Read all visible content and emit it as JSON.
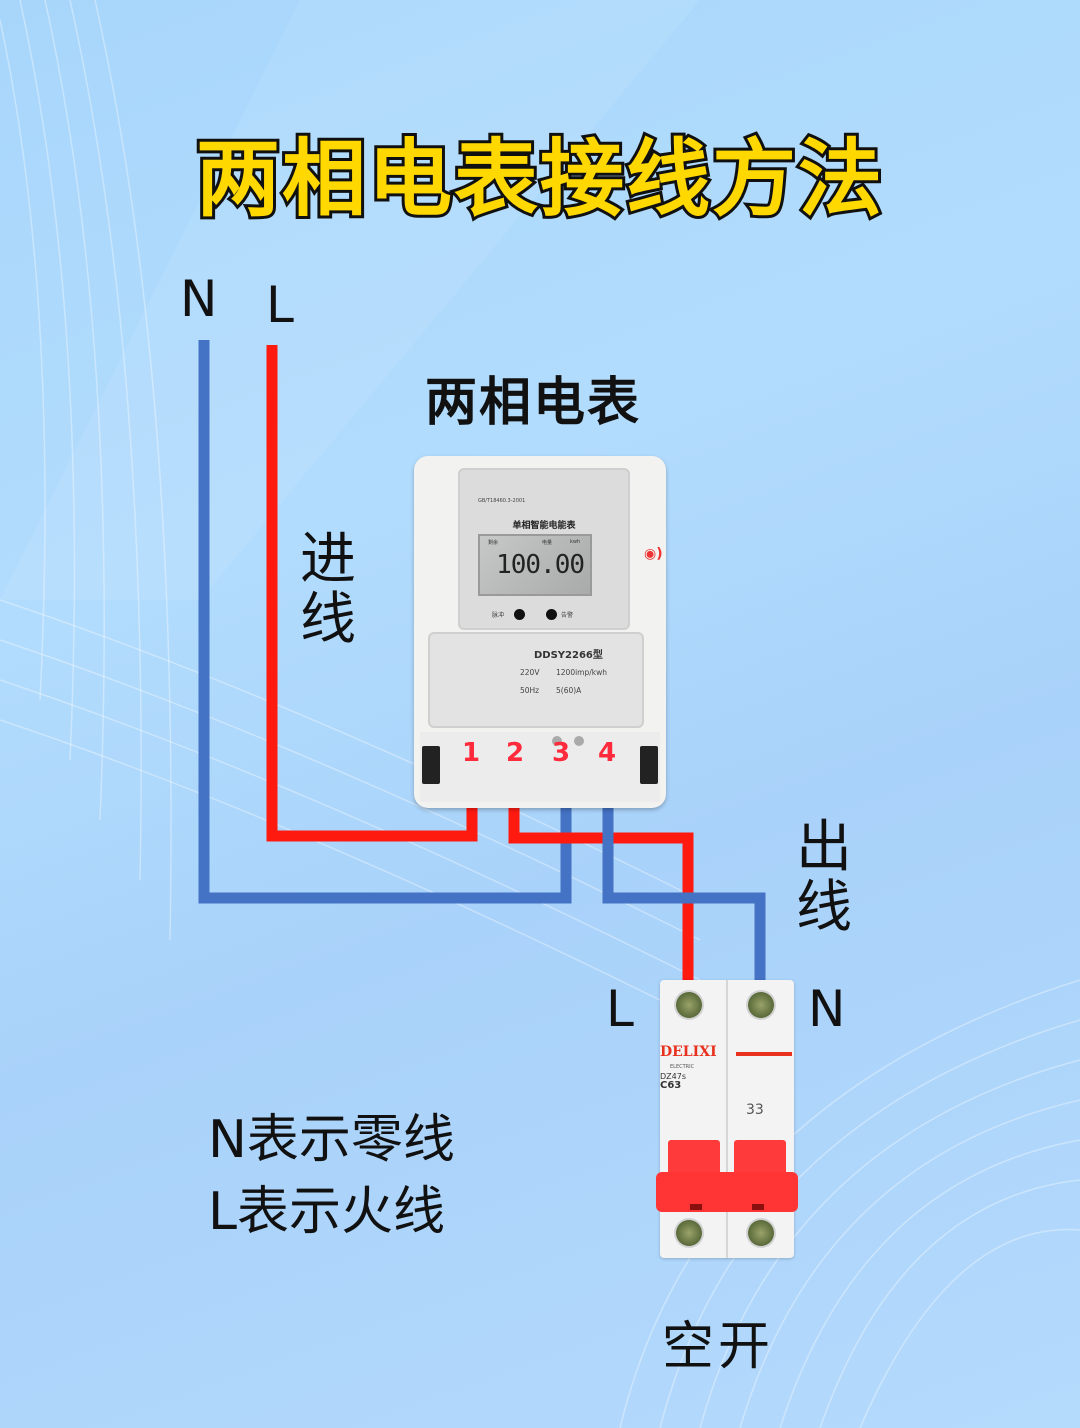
{
  "title": "两相电表接线方法",
  "colors": {
    "background": "#aad6fb",
    "title_fill": "#ffd800",
    "title_stroke": "#111111",
    "live_wire": "#ff1a10",
    "neutral_wire": "#4472c4",
    "text": "#111111"
  },
  "incoming": {
    "neutral_label": "N",
    "live_label": "L",
    "direction_label": "进线"
  },
  "meter": {
    "heading": "两相电表",
    "standard": "GB/T18460.3-2001",
    "face_title": "单相智能电能表",
    "lcd_left": "剩余",
    "lcd_mid": "电量",
    "lcd_unit": "kwh",
    "reading": "100.00",
    "led_pulse": "脉冲",
    "led_alarm": "告警",
    "model": "DDSY2266型",
    "voltage": "220V",
    "constant": "1200imp/kwh",
    "frequency": "50Hz",
    "current": "5(60)A",
    "terminals": [
      "1",
      "2",
      "3",
      "4"
    ]
  },
  "outgoing": {
    "direction_label": "出线",
    "live_label": "L",
    "neutral_label": "N"
  },
  "breaker": {
    "heading": "空开",
    "brand": "DELIXI",
    "brand_sub": "ELECTRIC",
    "model": "DZ47s",
    "rating": "C63",
    "side_number": "33"
  },
  "legend": {
    "n_meaning": "N表示零线",
    "l_meaning": "L表示火线"
  },
  "connections": [
    {
      "from": "incoming L",
      "to": "meter terminal 1",
      "wire": "live"
    },
    {
      "from": "meter terminal 2",
      "to": "breaker L",
      "wire": "live"
    },
    {
      "from": "incoming N",
      "to": "meter terminal 3",
      "wire": "neutral"
    },
    {
      "from": "meter terminal 4",
      "to": "breaker N",
      "wire": "neutral"
    }
  ]
}
